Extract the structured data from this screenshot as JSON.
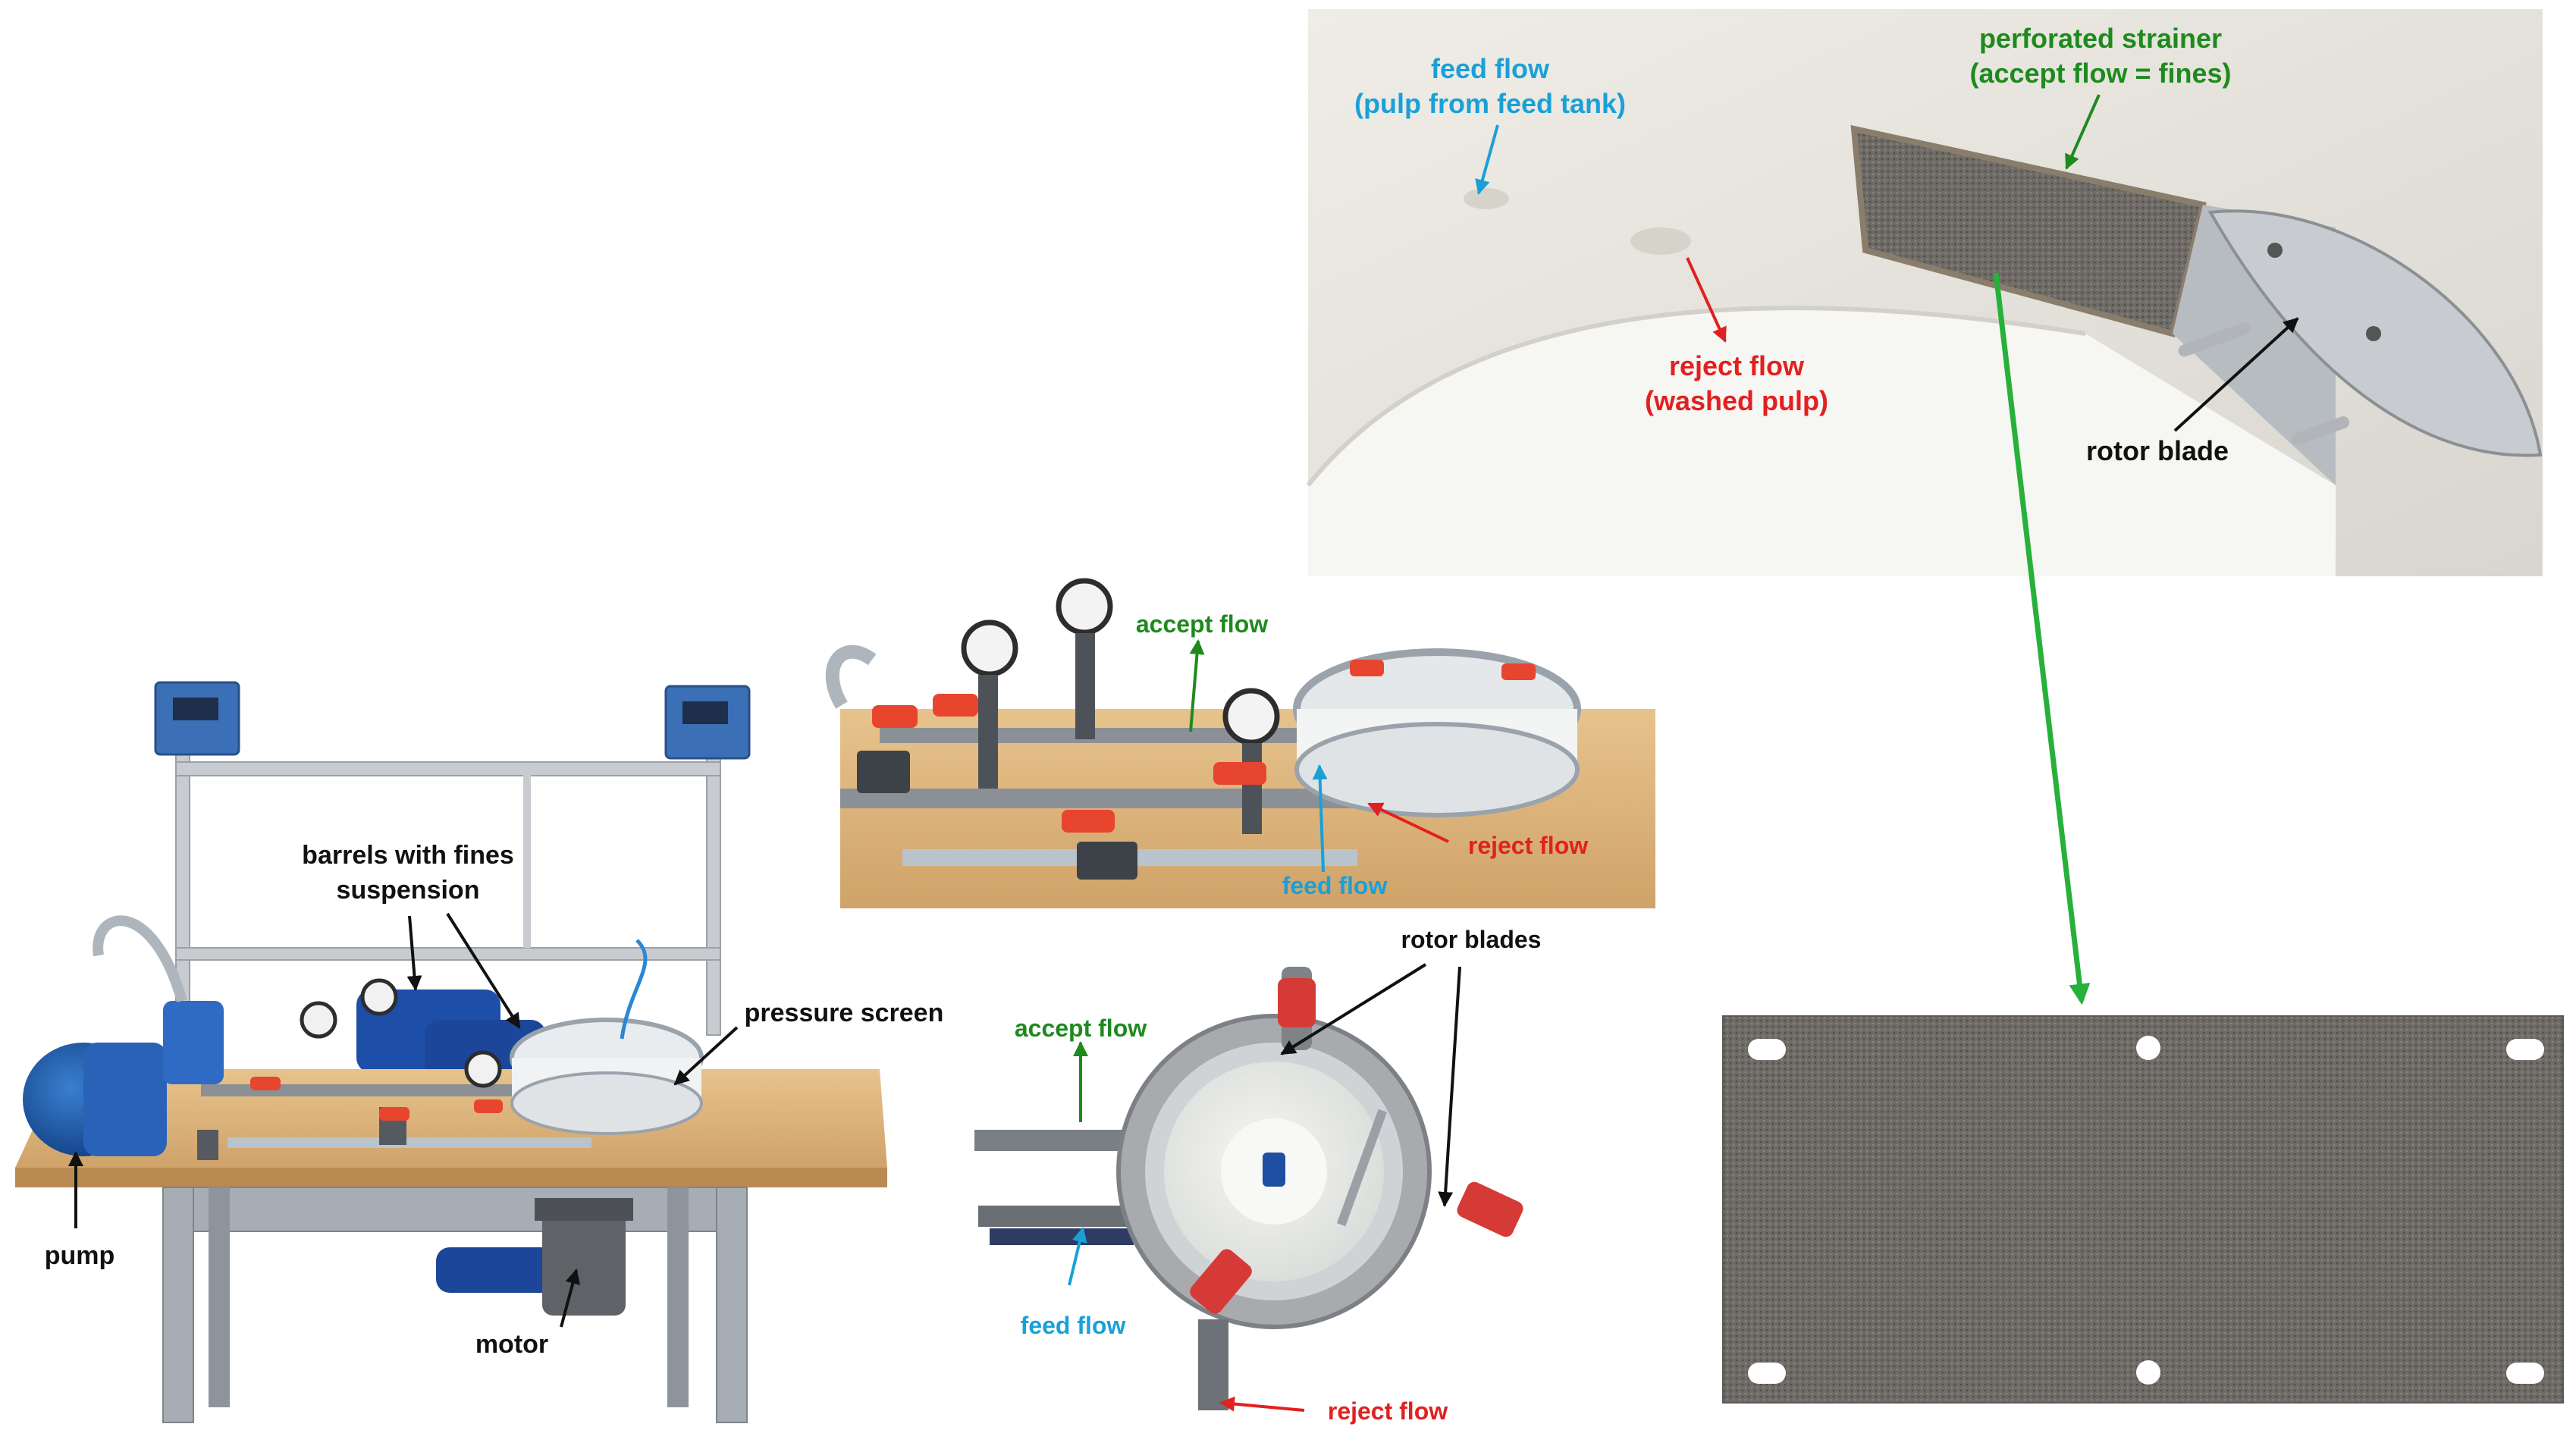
{
  "colors": {
    "accept": "#1e8a1e",
    "feed": "#1aa0d8",
    "reject": "#e22020",
    "callout": "#111111",
    "zoom_arrow": "#27b13b"
  },
  "overview": {
    "barrels": [
      "barrels with fines",
      "suspension"
    ],
    "pressure_screen": "pressure screen",
    "pump": "pump",
    "motor": "motor"
  },
  "piping": {
    "accept_flow": "accept flow",
    "reject_flow": "reject flow",
    "feed_flow": "feed flow"
  },
  "top_view": {
    "rotor_blades": "rotor blades",
    "accept_flow": "accept flow",
    "feed_flow": "feed flow",
    "reject_flow": "reject flow"
  },
  "interior": {
    "feed_flow": [
      "feed flow",
      "(pulp from feed tank)"
    ],
    "strainer": [
      "perforated strainer",
      "(accept flow = fines)"
    ],
    "reject_flow": [
      "reject flow",
      "(washed pulp)"
    ],
    "rotor_blade": "rotor blade"
  }
}
